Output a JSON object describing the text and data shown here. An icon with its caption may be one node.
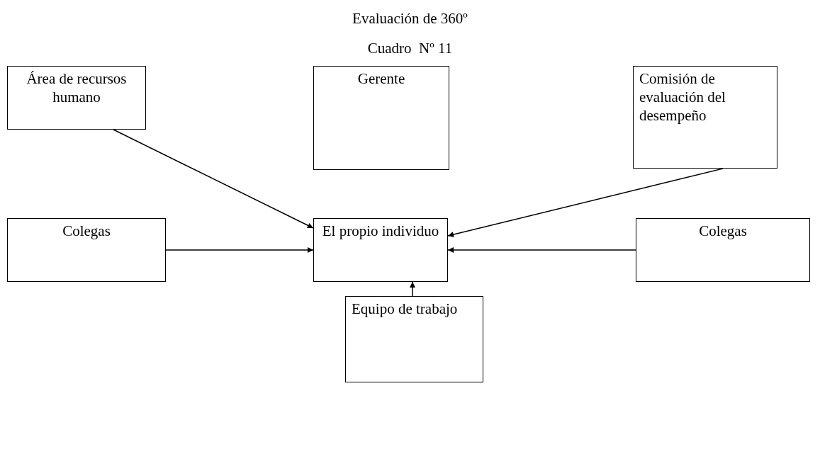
{
  "diagram": {
    "title": "Evaluación de 360º",
    "caption": "Cuadro  Nº 11",
    "nodes": [
      {
        "text": [
          "Área de recursos humano"
        ]
      },
      {
        "text": [
          "Gerente"
        ]
      },
      {
        "text": [
          "Comisión de evaluación del desempeño"
        ]
      },
      {
        "text": [
          "Colegas"
        ]
      },
      {
        "text": [
          "El propio individuo"
        ]
      },
      {
        "text": [
          "Colegas"
        ]
      },
      {
        "text": [
          "Equipo  de trabajo"
        ]
      }
    ],
    "edges": [
      {
        "from": 0,
        "to": 4,
        "arrow": "to"
      },
      {
        "from": 2,
        "to": 4,
        "arrow": "to"
      },
      {
        "from": 3,
        "to": 4,
        "arrow": "to"
      },
      {
        "from": 5,
        "to": 4,
        "arrow": "to"
      },
      {
        "from": 6,
        "to": 4,
        "arrow": "to"
      }
    ]
  }
}
